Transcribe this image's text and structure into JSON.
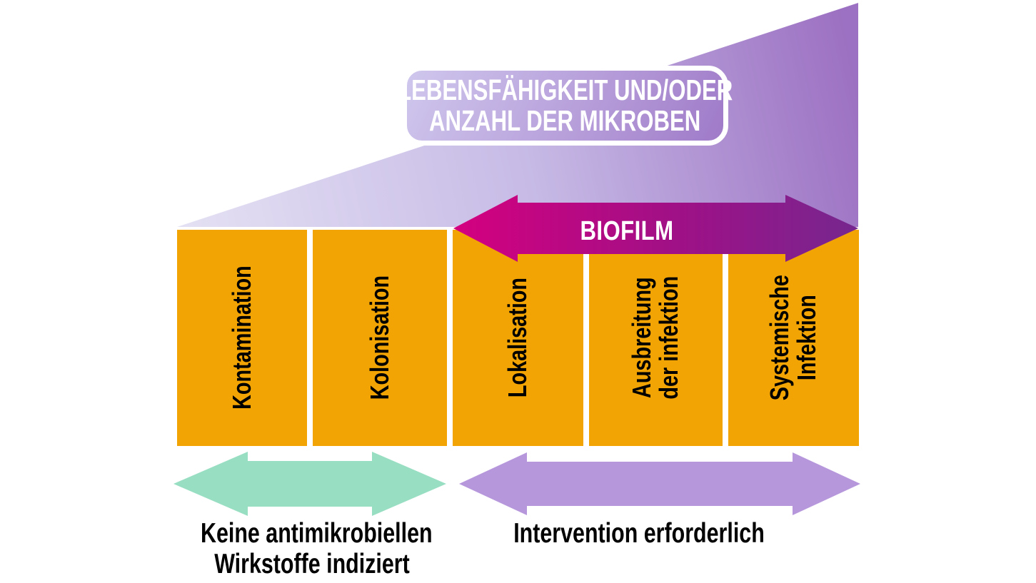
{
  "title_box": {
    "line1": "LEBENSFÄHIGKEIT UND/ODER",
    "line2": "ANZAHL DER MIKROBEN"
  },
  "biofilm": {
    "label": "BIOFILM"
  },
  "stages": [
    {
      "label": "Kontamination",
      "line1": "Kontamination"
    },
    {
      "label": "Kolonisation",
      "line1": "Kolonisation"
    },
    {
      "label": "Lokalisation",
      "line1": "Lokalisation"
    },
    {
      "label": "Ausbreitung der infektion",
      "line1": "Ausbreitung",
      "line2": "der infektion"
    },
    {
      "label": "Systemische Infektion",
      "line1": "Systemische",
      "line2": "Infektion"
    }
  ],
  "bottom_labels": {
    "no_antimicrobial": {
      "line1": "Keine antimikrobiellen",
      "line2": "Wirkstoffe indiziert"
    },
    "intervention": {
      "line1": "Intervention erforderlich"
    }
  },
  "colors": {
    "background": "#FFFFFF",
    "bar_orange": "#F3A405",
    "stage_text": "#000000",
    "title_text": "#FFFFFF",
    "wedge_gradient_start": "#E4E0F3",
    "wedge_gradient_mid": "#C7BBE6",
    "wedge_gradient_end": "#9C70C2",
    "biofilm_gradient_start": "#D4007F",
    "biofilm_gradient_mid": "#9B1287",
    "biofilm_gradient_end": "#76278F",
    "no_antimicrobial_arrow": "#98DEC2",
    "intervention_arrow": "#B697DC"
  }
}
